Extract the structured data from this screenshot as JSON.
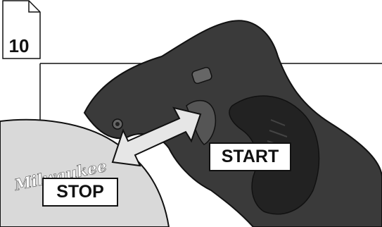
{
  "page_number": "10",
  "labels": {
    "start": "START",
    "stop": "STOP"
  },
  "brand_logo": "Milwaukee",
  "colors": {
    "guard_red": "#d9d9d9",
    "body_dark": "#3a3a3a",
    "grip": "#2a2a2a",
    "arrow_fill": "#e6e6e6"
  }
}
